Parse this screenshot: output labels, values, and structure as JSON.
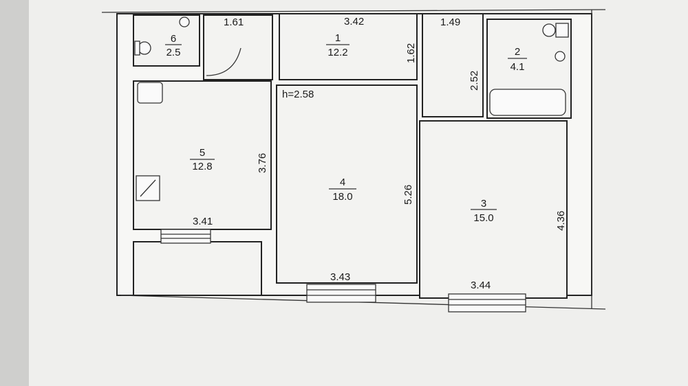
{
  "plan": {
    "ceiling_height": "h=2.58",
    "rooms": [
      {
        "id": "room-6",
        "number": "6",
        "area": "2.5"
      },
      {
        "id": "room-1",
        "number": "1",
        "area": "12.2"
      },
      {
        "id": "room-2",
        "number": "2",
        "area": "4.1"
      },
      {
        "id": "room-5",
        "number": "5",
        "area": "12.8"
      },
      {
        "id": "room-4",
        "number": "4",
        "area": "18.0"
      },
      {
        "id": "room-3",
        "number": "3",
        "area": "15.0"
      }
    ],
    "dimensions": {
      "d_161": "1.61",
      "d_342": "3.42",
      "d_149": "1.49",
      "d_162": "1.62",
      "d_252": "2.52",
      "d_376": "3.76",
      "d_526": "5.26",
      "d_436": "4.36",
      "d_341": "3.41",
      "d_343": "3.43",
      "d_344": "3.44"
    }
  },
  "colors": {
    "paper": "#f4f4f2",
    "background": "#d9d9d7",
    "line": "#222222"
  }
}
